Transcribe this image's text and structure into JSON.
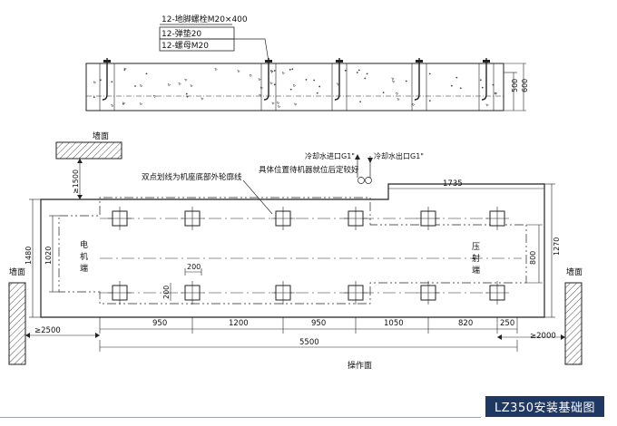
{
  "section_view": {
    "bom": [
      "12-地脚螺栓M20×400",
      "12-弹垫20",
      "12-螺母M20"
    ],
    "depth_labels": [
      "500",
      "600"
    ]
  },
  "plan_view": {
    "wall_labels": {
      "top": "墙面",
      "left": "墙面",
      "right": "墙面",
      "bottom": "操作面"
    },
    "notes": {
      "outline": "双点划线为机座底部外轮廓线",
      "position": "具体位置待机器就位后定较好",
      "cooling_in": "冷却水进口G1\"",
      "cooling_out": "冷却水出口G1\""
    },
    "end_labels": {
      "motor": [
        "电",
        "机",
        "端"
      ],
      "injection": [
        "压",
        "射",
        "端"
      ]
    },
    "dims": {
      "clear_top": "≥1500",
      "overall_height": "1480",
      "inner_height": "1020",
      "right_height": "1270",
      "right_inner": "800",
      "top_right": "1735",
      "pad_w": "200",
      "pad_h": "200",
      "clear_left": "≥2500",
      "clear_right": "≥2000",
      "total_length": "5500",
      "spacing": [
        "950",
        "1200",
        "950",
        "1050",
        "820",
        "250"
      ]
    }
  },
  "footer": {
    "title": "LZ350安装基础图"
  }
}
